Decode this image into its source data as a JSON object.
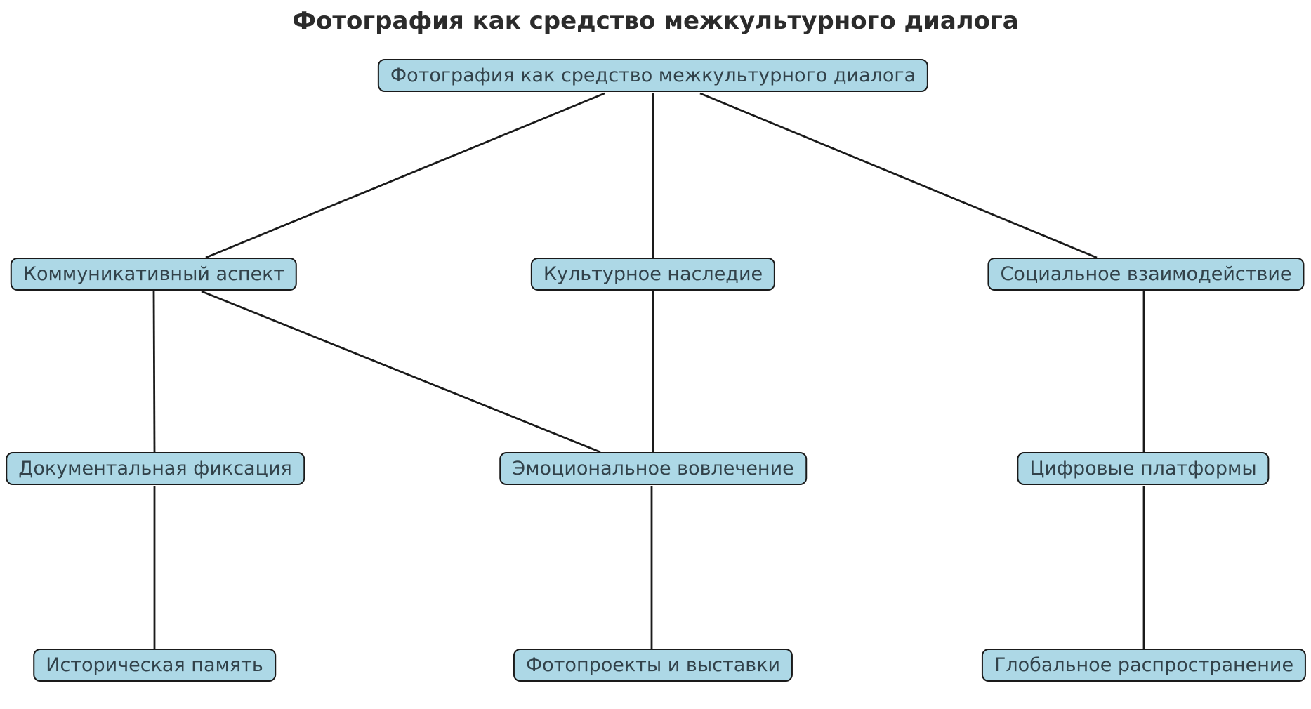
{
  "title": "Фотография как средство межкультурного диалога",
  "colors": {
    "node_fill": "#add8e6",
    "node_border": "#1a1a1a",
    "node_text": "#32424a",
    "edge": "#1a1a1a",
    "title_text": "#2b2b2b",
    "background": "#ffffff"
  },
  "nodes": [
    {
      "id": "root",
      "label": "Фотография как средство межкультурного диалога"
    },
    {
      "id": "communicative",
      "label": "Коммуникативный аспект"
    },
    {
      "id": "heritage",
      "label": "Культурное наследие"
    },
    {
      "id": "social",
      "label": "Социальное взаимодействие"
    },
    {
      "id": "documentary",
      "label": "Документальная фиксация"
    },
    {
      "id": "emotional",
      "label": "Эмоциональное вовлечение"
    },
    {
      "id": "digital",
      "label": "Цифровые платформы"
    },
    {
      "id": "memory",
      "label": "Историческая память"
    },
    {
      "id": "projects",
      "label": "Фотопроекты и выставки"
    },
    {
      "id": "global",
      "label": "Глобальное распространение"
    }
  ],
  "edges": [
    {
      "from": "root",
      "to": "communicative"
    },
    {
      "from": "root",
      "to": "heritage"
    },
    {
      "from": "root",
      "to": "social"
    },
    {
      "from": "communicative",
      "to": "documentary"
    },
    {
      "from": "communicative",
      "to": "emotional"
    },
    {
      "from": "heritage",
      "to": "emotional"
    },
    {
      "from": "social",
      "to": "digital"
    },
    {
      "from": "documentary",
      "to": "memory"
    },
    {
      "from": "emotional",
      "to": "projects"
    },
    {
      "from": "digital",
      "to": "global"
    }
  ]
}
